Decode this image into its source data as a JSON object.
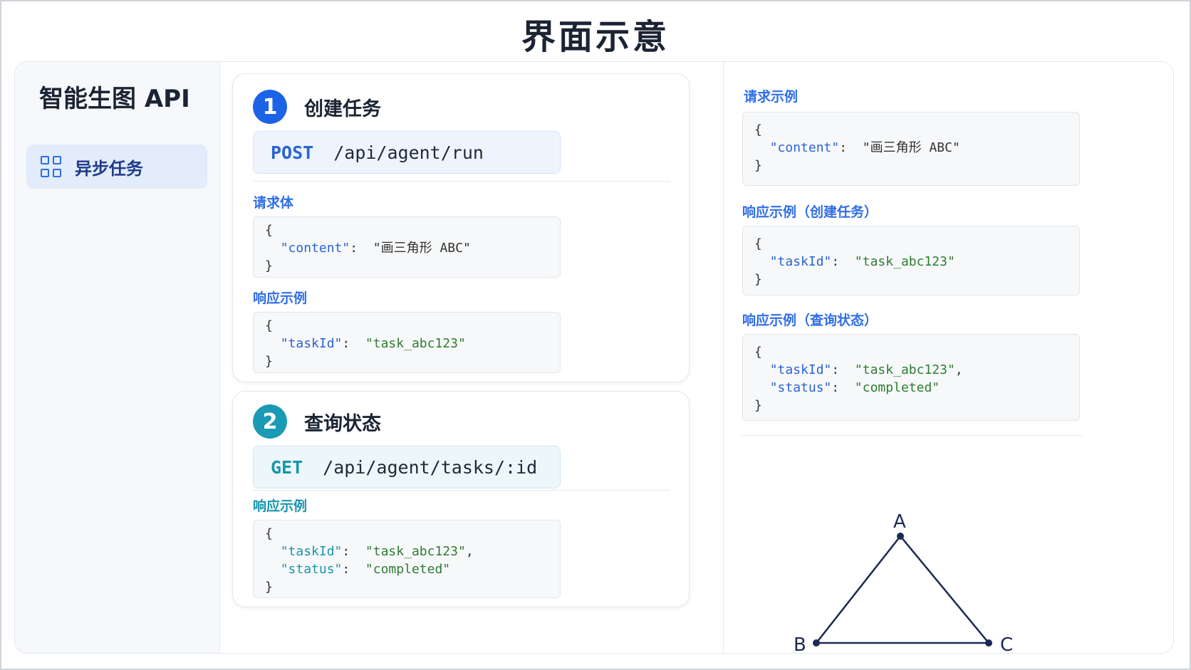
{
  "page_title": "界面示意",
  "sidebar": {
    "brand": "智能生图 API",
    "items": [
      {
        "label": "异步任务",
        "icon": "grid-icon",
        "active": true
      }
    ]
  },
  "step1": {
    "number": "1",
    "title": "创建任务",
    "method": "POST",
    "path": "/api/agent/run",
    "request_label": "请求体",
    "request": {
      "key": "\"content\"",
      "value": "\"画三角形 ABC\""
    },
    "response_label": "响应示例",
    "response": {
      "key": "\"taskId\"",
      "value": "\"task_abc123\""
    }
  },
  "step2": {
    "number": "2",
    "title": "查询状态",
    "method": "GET",
    "path": "/api/agent/tasks/:id",
    "response_label": "响应示例",
    "response": {
      "key1": "\"taskId\"",
      "value1": "\"task_abc123\"",
      "key2": "\"status\"",
      "value2": "\"completed\""
    }
  },
  "right": {
    "request_label": "请求示例",
    "request": {
      "key": "\"content\"",
      "value": "\"画三角形 ABC\""
    },
    "create_label": "响应示例（创建任务）",
    "create": {
      "key": "\"taskId\"",
      "value": "\"task_abc123\""
    },
    "query_label": "响应示例（查询状态）",
    "query": {
      "key1": "\"taskId\"",
      "value1": "\"task_abc123\"",
      "key2": "\"status\"",
      "value2": "\"completed\""
    },
    "triangle": {
      "vertices": [
        "A",
        "B",
        "C"
      ]
    }
  },
  "code_tokens": {
    "open": "{",
    "close": "}",
    "colon": ":",
    "comma": ","
  },
  "colors": {
    "accent_blue": "#2f6ee6",
    "accent_teal": "#1596ad",
    "string_green": "#2e7d32",
    "step1_badge": "#1d63e8",
    "step2_badge": "#1a9ab4",
    "post_bg": "#eef4fe",
    "get_bg": "#edf6fb"
  }
}
